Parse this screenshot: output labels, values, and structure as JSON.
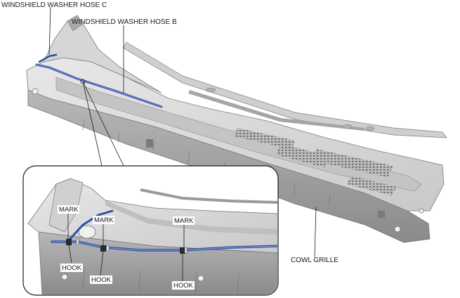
{
  "labels": {
    "hose_c": "WINDSHIELD WASHER HOSE C",
    "hose_b": "WINDSHIELD WASHER HOSE B",
    "cowl_grille": "COWL GRILLE",
    "mark_1": "MARK",
    "mark_2": "MARK",
    "mark_3": "MARK",
    "hook_1": "HOOK",
    "hook_2": "HOOK",
    "hook_3": "HOOK"
  },
  "colors": {
    "hose": "#2f4fa0",
    "part_light": "#dcdcdc",
    "part_mid": "#bdbdbd",
    "part_dark": "#8f8f8f"
  }
}
